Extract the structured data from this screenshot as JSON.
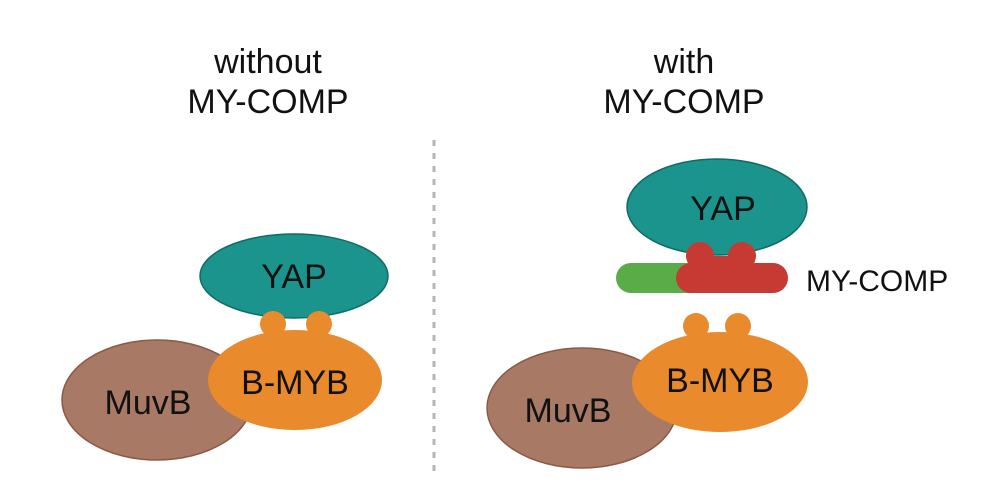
{
  "panels": {
    "left": {
      "title_line1": "without",
      "title_line2": "MY-COMP",
      "proteins": {
        "yap": "YAP",
        "bmyb": "B-MYB",
        "muvb": "MuvB"
      }
    },
    "right": {
      "title_line1": "with",
      "title_line2": "MY-COMP",
      "proteins": {
        "yap": "YAP",
        "bmyb": "B-MYB",
        "muvb": "MuvB",
        "mycomp": "MY-COMP"
      }
    }
  },
  "colors": {
    "yap": "#1a948c",
    "yap_stroke": "#0f6b66",
    "bmyb": "#e98a2c",
    "muvb": "#a87a66",
    "muvb_stroke": "#8a5a45",
    "mycomp_red": "#c73a33",
    "mycomp_green": "#59ac47",
    "divider": "#b5b5b5"
  }
}
